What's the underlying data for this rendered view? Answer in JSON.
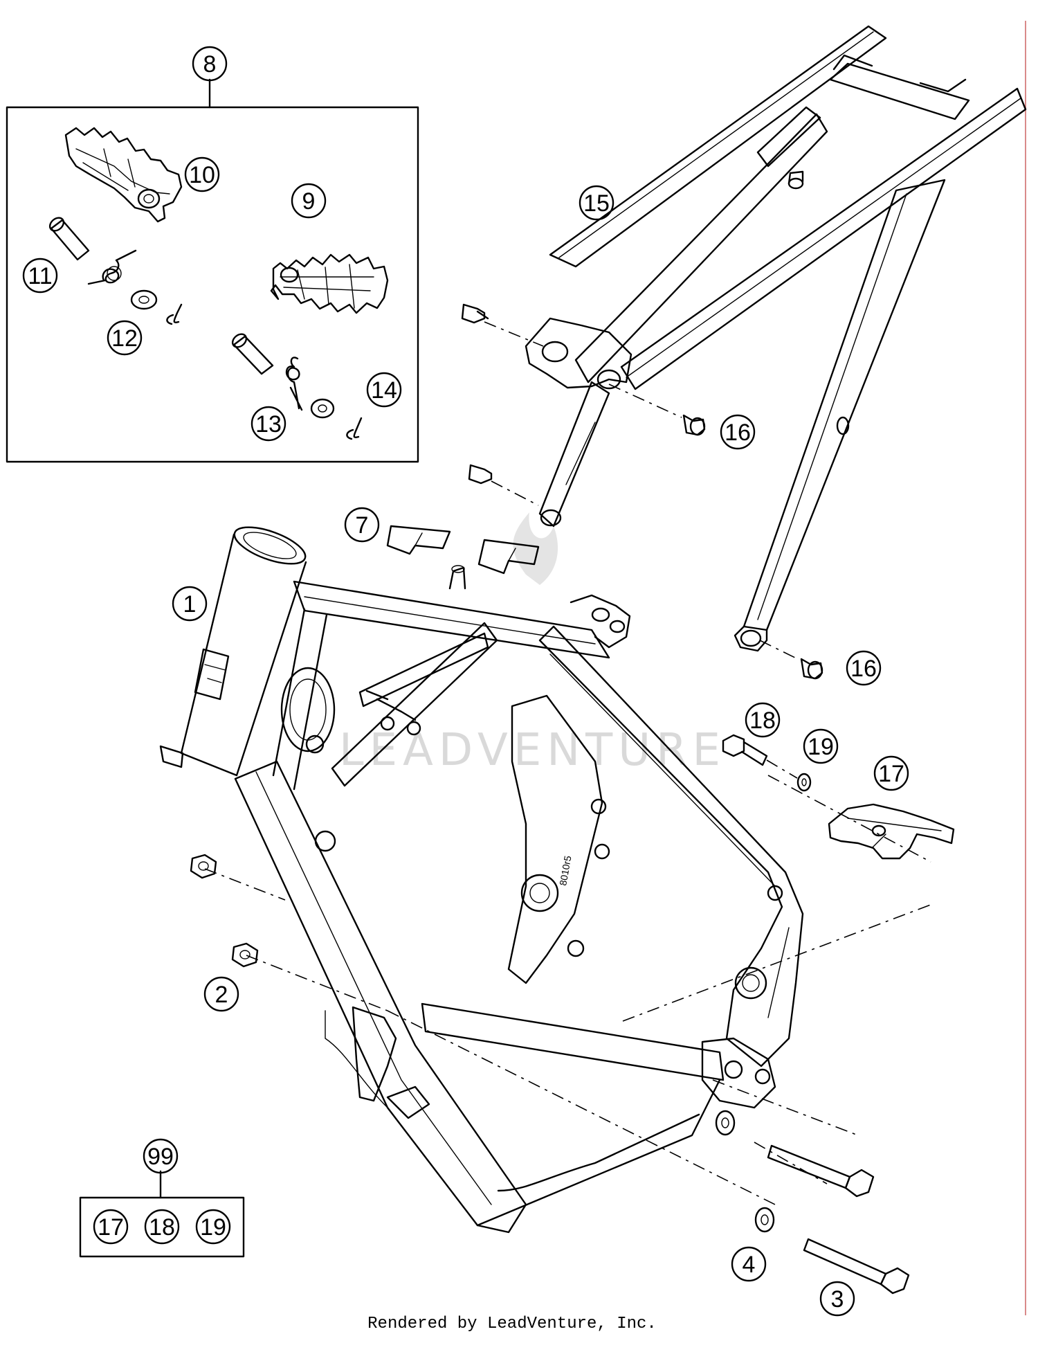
{
  "watermark": "LEADVENTURE",
  "footer": "Rendered by LeadVenture, Inc.",
  "callouts": {
    "c1": "1",
    "c2": "2",
    "c3": "3",
    "c4": "4",
    "c7": "7",
    "c8": "8",
    "c9": "9",
    "c10": "10",
    "c11": "11",
    "c12": "12",
    "c13": "13",
    "c14": "14",
    "c15": "15",
    "c16a": "16",
    "c16b": "16",
    "c17": "17",
    "c18": "18",
    "c19": "19",
    "c99": "99",
    "kit17": "17",
    "kit18": "18",
    "kit19": "19"
  }
}
